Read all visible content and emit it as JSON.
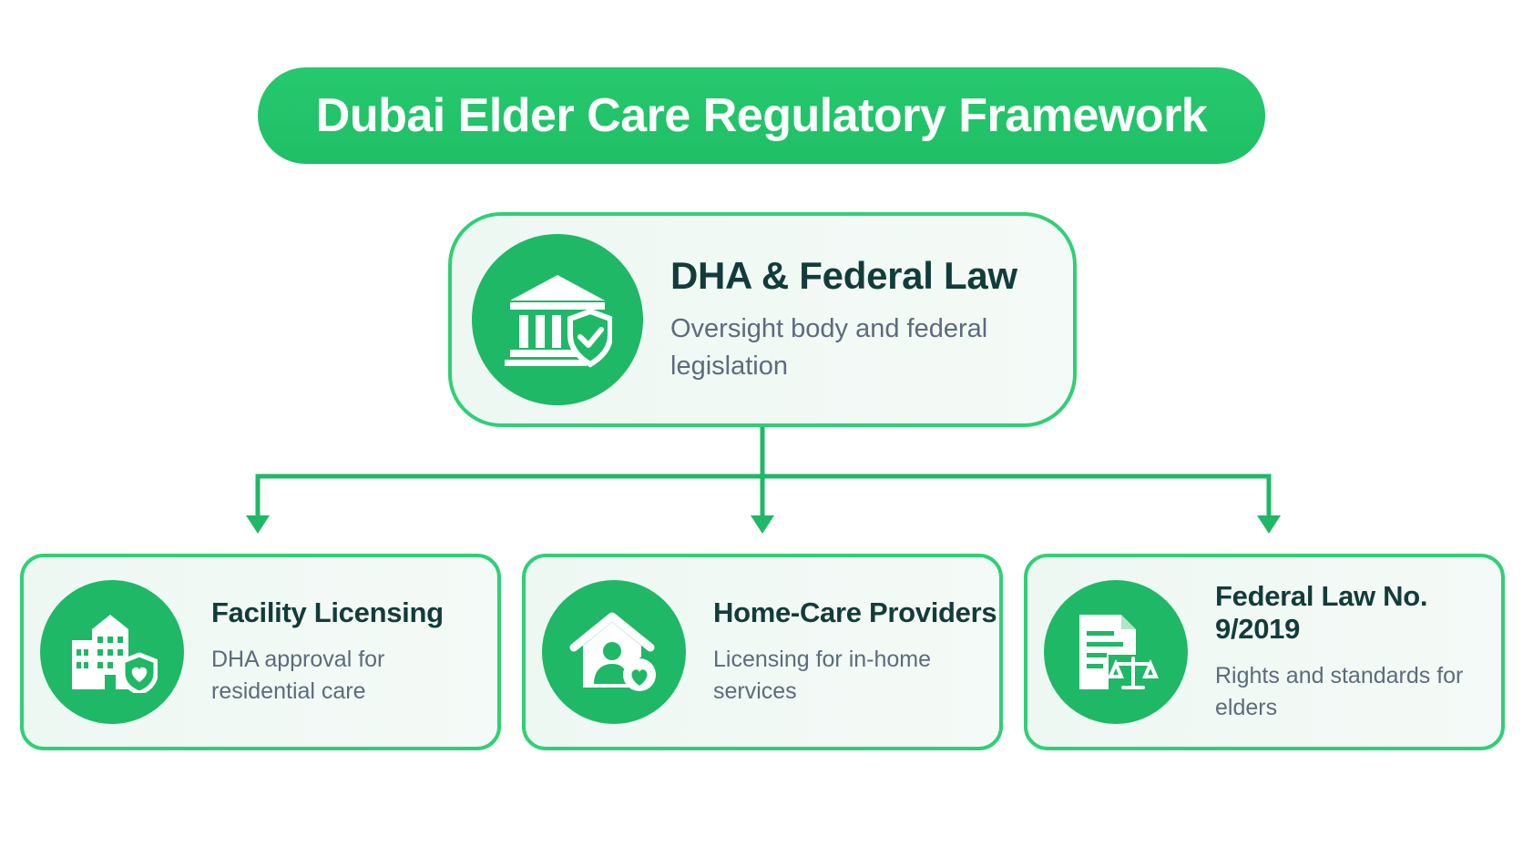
{
  "title": "Dubai Elder Care Regulatory Framework",
  "colors": {
    "accent": "#1fbf65",
    "border": "#2fd075",
    "icon_bg": "#1fb866",
    "heading": "#123c3a",
    "body_text": "#5c6b7d"
  },
  "root": {
    "heading": "DHA & Federal Law",
    "description": "Oversight body and federal legislation",
    "icon": "government-building-shield-icon"
  },
  "children": [
    {
      "heading": "Facility Licensing",
      "description": "DHA approval for residential care",
      "icon": "building-heart-shield-icon"
    },
    {
      "heading": "Home-Care Providers",
      "description": "Licensing for in-home services",
      "icon": "house-person-heart-icon"
    },
    {
      "heading": "Federal Law No. 9/2019",
      "description": "Rights and standards for elders",
      "icon": "document-scales-icon"
    }
  ]
}
